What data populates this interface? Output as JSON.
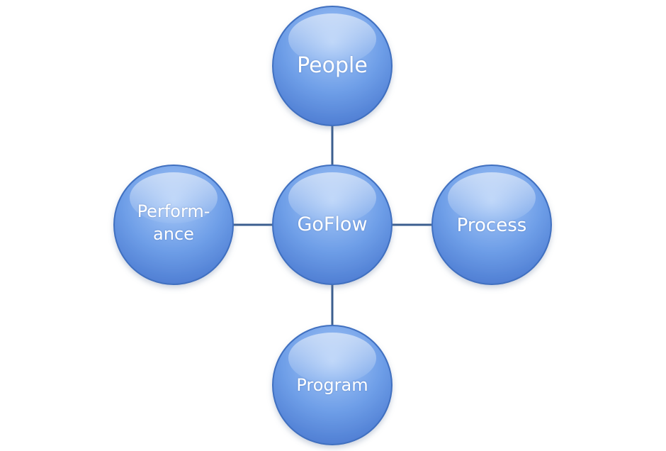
{
  "colors": {
    "node_light": "#a9c9f7",
    "node_mid": "#6f9fe8",
    "node_dark": "#4a79d0",
    "node_stroke": "#3f6fc0",
    "connector": "#3b5e8f",
    "label_text": "#ffffff",
    "background": "#ffffff"
  },
  "diagram": {
    "center": {
      "label": "GoFlow"
    },
    "nodes": {
      "top": {
        "label": "People"
      },
      "left": {
        "label_line1": "Perform-",
        "label_line2": "ance"
      },
      "right": {
        "label": "Process"
      },
      "bottom": {
        "label": "Program"
      }
    },
    "connections": [
      [
        "GoFlow",
        "People"
      ],
      [
        "GoFlow",
        "Performance"
      ],
      [
        "GoFlow",
        "Process"
      ],
      [
        "GoFlow",
        "Program"
      ]
    ]
  }
}
